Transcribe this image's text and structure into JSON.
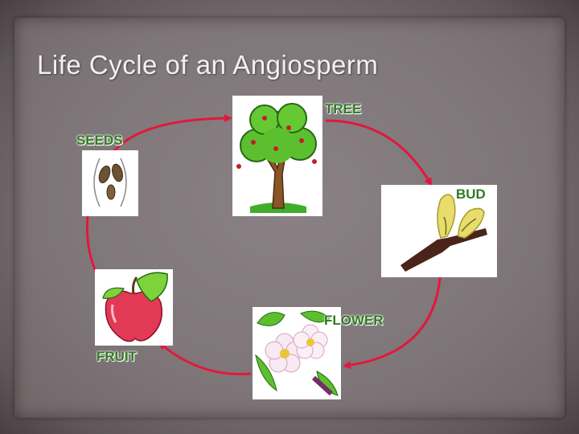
{
  "slide": {
    "title": "Life Cycle of an Angiosperm"
  },
  "stages": {
    "tree": {
      "label": "TREE",
      "icon": "tree-icon"
    },
    "bud": {
      "label": "BUD",
      "icon": "bud-icon"
    },
    "flower": {
      "label": "FLOWER",
      "icon": "flower-icon"
    },
    "fruit": {
      "label": "FRUIT",
      "icon": "apple-icon"
    },
    "seeds": {
      "label": "SEEDS",
      "icon": "seeds-icon"
    }
  },
  "colors": {
    "arrow": "#e2183c",
    "label": "#2f7a23",
    "title": "#f2f0f0"
  }
}
